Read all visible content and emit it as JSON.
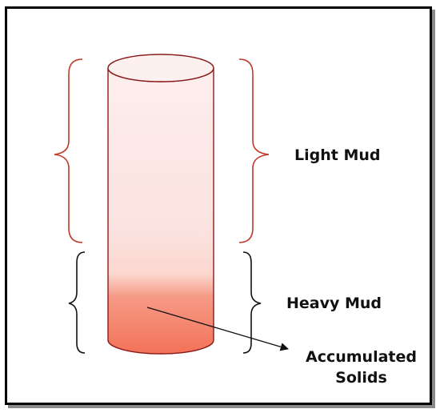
{
  "labels": {
    "light_mud": "Light Mud",
    "heavy_mud": "Heavy Mud",
    "accumulated_line1": "Accumulated",
    "accumulated_line2": "Solids"
  },
  "colors": {
    "light_bracket": "#c0392b",
    "heavy_bracket": "#111111",
    "cylinder_outline": "#8b1a1a",
    "light_fill": "#fbe4e2",
    "heavy_fill": "#f47a62",
    "arrow": "#111111"
  }
}
